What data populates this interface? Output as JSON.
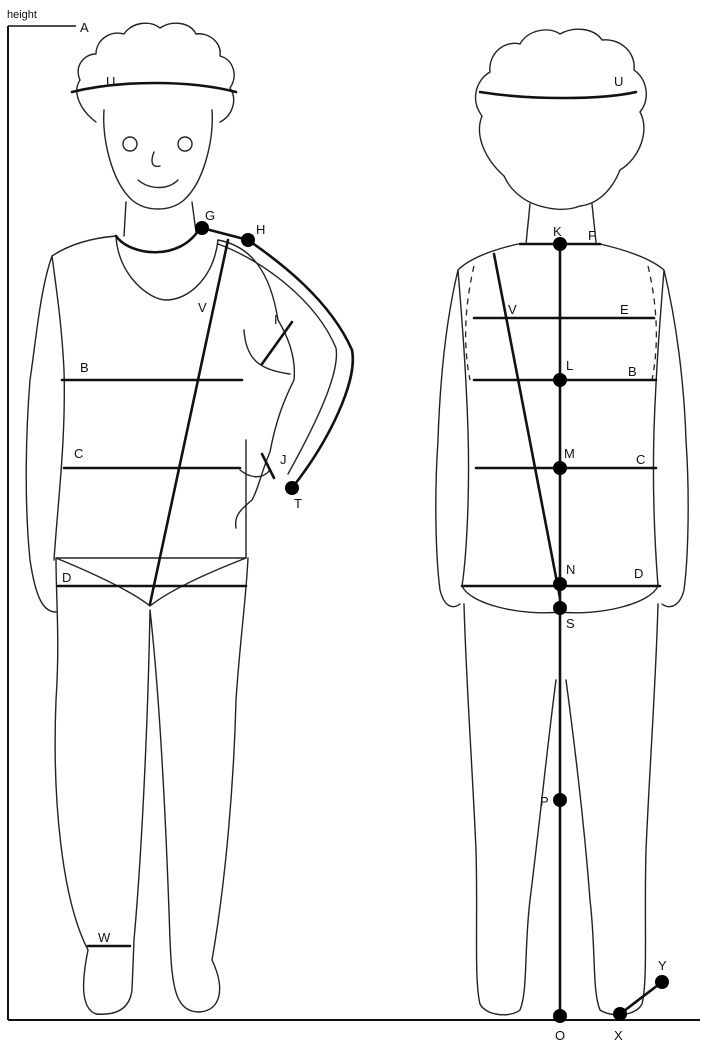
{
  "height_label": "height",
  "front": {
    "labels": {
      "A": "A",
      "U": "U",
      "G": "G",
      "H": "H",
      "V": "V",
      "I": "I",
      "B": "B",
      "C": "C",
      "J": "J",
      "T": "T",
      "D": "D",
      "W": "W"
    }
  },
  "back": {
    "labels": {
      "U": "U",
      "K": "K",
      "F": "F",
      "V": "V",
      "E": "E",
      "L": "L",
      "B": "B",
      "M": "M",
      "C": "C",
      "N": "N",
      "D": "D",
      "S": "S",
      "P": "P",
      "O": "O",
      "X": "X",
      "Y": "Y"
    }
  }
}
